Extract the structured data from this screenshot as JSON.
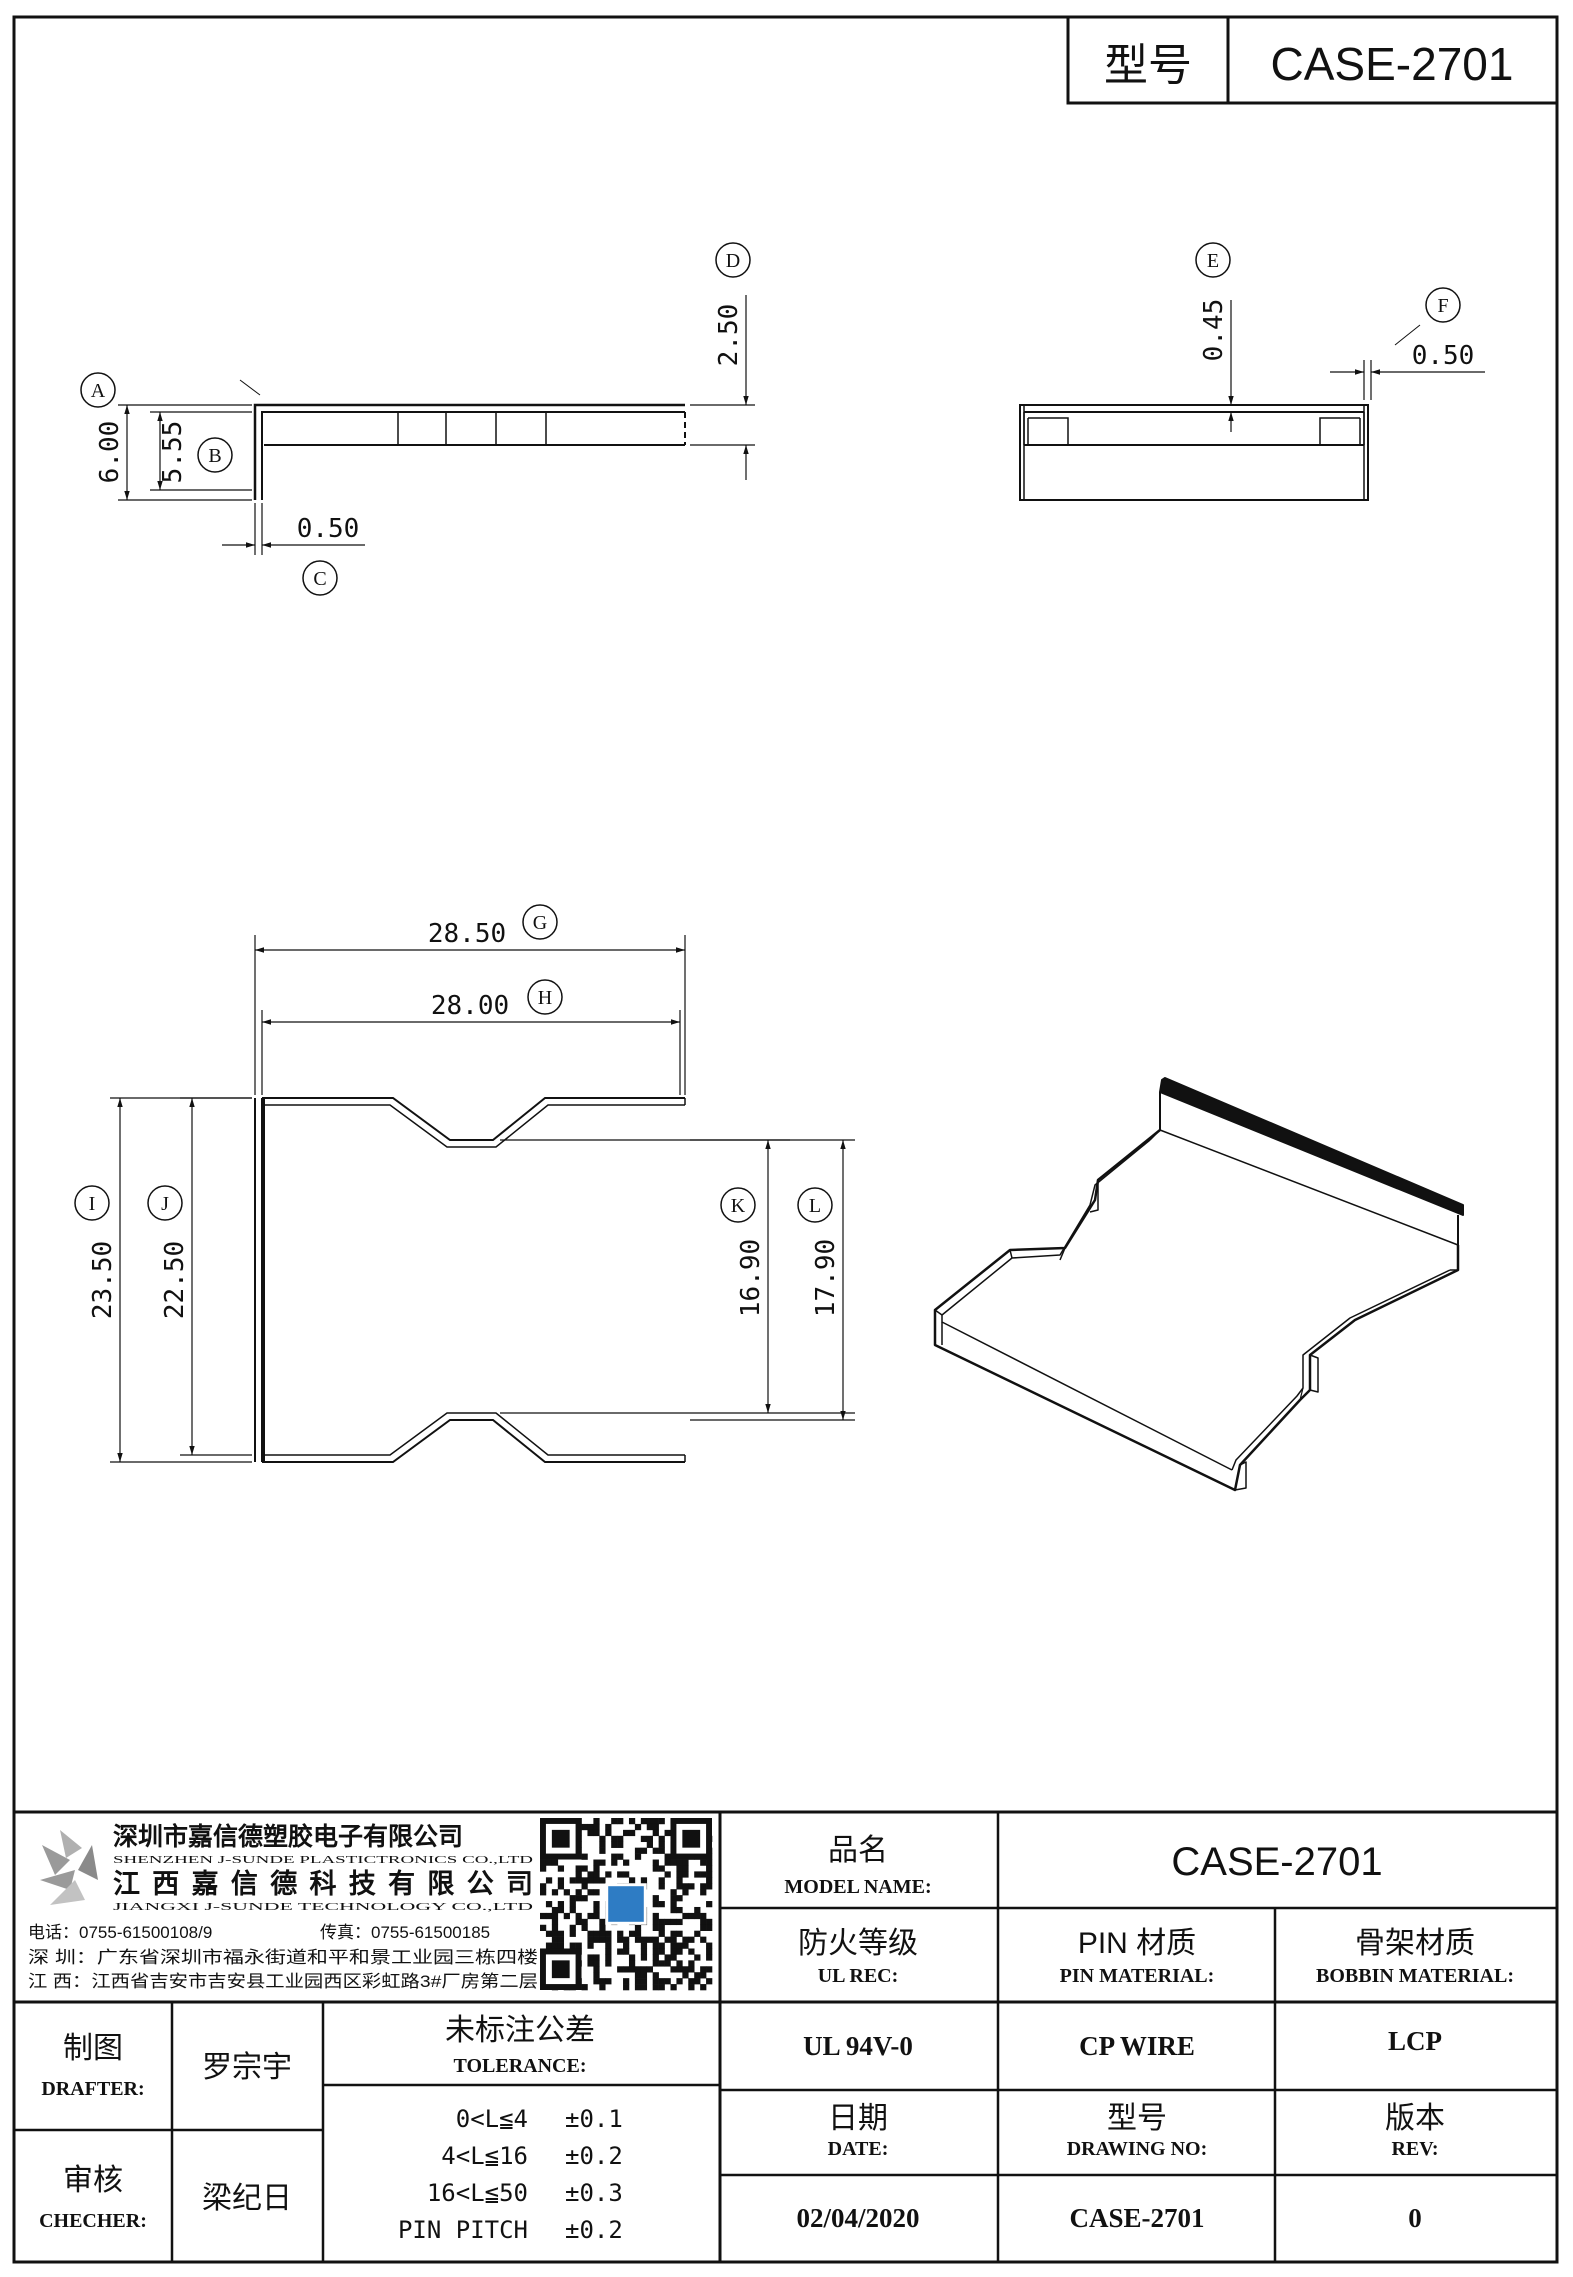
{
  "header": {
    "model_label": "型号",
    "model_value": "CASE-2701"
  },
  "dimensions": {
    "A": {
      "letter": "A",
      "value": "6.00"
    },
    "B": {
      "letter": "B",
      "value": "5.55"
    },
    "C": {
      "letter": "C",
      "value": "0.50"
    },
    "D": {
      "letter": "D",
      "value": "2.50"
    },
    "E": {
      "letter": "E",
      "value": "0.45"
    },
    "F": {
      "letter": "F",
      "value": "0.50"
    },
    "G": {
      "letter": "G",
      "value": "28.50"
    },
    "H": {
      "letter": "H",
      "value": "28.00"
    },
    "I": {
      "letter": "I",
      "value": "23.50"
    },
    "J": {
      "letter": "J",
      "value": "22.50"
    },
    "K": {
      "letter": "K",
      "value": "16.90"
    },
    "L": {
      "letter": "L",
      "value": "17.90"
    }
  },
  "company": {
    "name_cn_1": "深圳市嘉信德塑胶电子有限公司",
    "name_en_1": "SHENZHEN J-SUNDE PLASTICTRONICS CO.,LTD",
    "name_cn_2": "江西嘉信德科技有限公司",
    "name_en_2": "JIANGXI J-SUNDE TECHNOLOGY CO.,LTD",
    "phone": "电话：0755-61500108/9",
    "fax": "传真：0755-61500185",
    "addr_sz": "深 圳：广东省深圳市福永街道和平和景工业园三栋四楼",
    "addr_jx": "江 西：江西省吉安市吉安县工业园西区彩虹路3#厂房第二层"
  },
  "title_block": {
    "model_name_cn": "品名",
    "model_name_en": "MODEL NAME:",
    "model_name_value": "CASE-2701",
    "ul_cn": "防火等级",
    "ul_en": "UL REC:",
    "pin_cn": "PIN 材质",
    "pin_en": "PIN MATERIAL:",
    "bobbin_cn": "骨架材质",
    "bobbin_en": "BOBBIN MATERIAL:",
    "ul_value": "UL 94V-0",
    "pin_value": "CP WIRE",
    "bobbin_value": "LCP",
    "drafter_cn": "制图",
    "drafter_en": "DRAFTER:",
    "drafter_name": "罗宗宇",
    "checker_cn": "审核",
    "checker_en": "CHECHER:",
    "checker_name": "梁纪日",
    "tolerance_cn": "未标注公差",
    "tolerance_en": "TOLERANCE:",
    "tolerances": [
      {
        "range": "0<L≦4",
        "value": "±0.1"
      },
      {
        "range": "4<L≦16",
        "value": "±0.2"
      },
      {
        "range": "16<L≦50",
        "value": "±0.3"
      },
      {
        "range": "PIN PITCH",
        "value": "±0.2"
      }
    ],
    "date_cn": "日期",
    "date_en": "DATE:",
    "drawing_cn": "型号",
    "drawing_en": "DRAWING NO:",
    "rev_cn": "版本",
    "rev_en": "REV:",
    "date_value": "02/04/2020",
    "drawing_value": "CASE-2701",
    "rev_value": "0"
  }
}
